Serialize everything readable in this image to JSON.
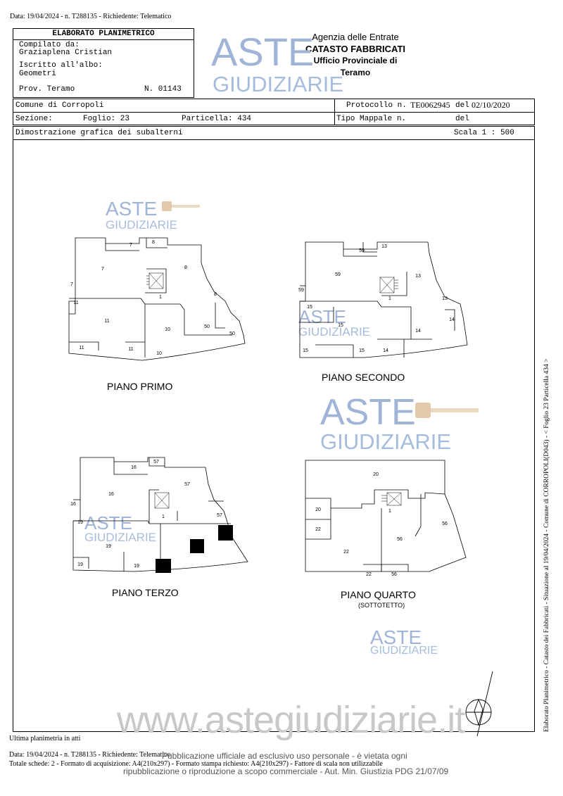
{
  "header_line": "Data: 19/04/2024 - n. T288135 - Richiedente: Telematico",
  "block": {
    "title": "ELABORATO PLANIMETRICO",
    "compilato_label": "Compilato da:",
    "compilato_name": "Graziaplena Cristian",
    "iscritto_label": "Iscritto all'albo:",
    "albo": "Geometri",
    "prov": "Prov. Teramo",
    "num": "N. 01143"
  },
  "agency": {
    "line1": "Agenzia delle Entrate",
    "line2": "CATASTO FABBRICATI",
    "line3": "Ufficio Provinciale di",
    "line4": "Teramo"
  },
  "comune": "Comune di Corropoli",
  "sezione": "Sezione:",
  "foglio": "Foglio: 23",
  "particella": "Particella: 434",
  "protocollo_label": "Protocollo n.",
  "protocollo_num": "TE0062945",
  "del_label": "del",
  "protocollo_date": "02/10/2020",
  "tipo_mappale": "Tipo Mappale n.",
  "del2": "del",
  "dimostrazione": "Dimostrazione grafica dei subalterni",
  "scala": "Scala 1 : 500",
  "watermark": {
    "word1": "ASTE",
    "word2": "GIUDIZIARIE"
  },
  "plans": {
    "primo": {
      "title": "PIANO PRIMO",
      "labels": [
        "7",
        "8",
        "7",
        "8",
        "7",
        "1",
        "8",
        "11",
        "11",
        "10",
        "50",
        "50",
        "11",
        "11",
        "10"
      ]
    },
    "secondo": {
      "title": "PIANO SECONDO",
      "labels": [
        "59",
        "13",
        "59",
        "13",
        "59",
        "1",
        "13",
        "15",
        "15",
        "14",
        "14",
        "15",
        "15",
        "14"
      ]
    },
    "terzo": {
      "title": "PIANO TERZO",
      "labels": [
        "16",
        "57",
        "16",
        "57",
        "16",
        "1",
        "57",
        "19",
        "19",
        "19",
        "19"
      ]
    },
    "quarto": {
      "title": "PIANO QUARTO",
      "subtitle": "(SOTTOTETTO)",
      "labels": [
        "20",
        "20",
        "1",
        "22",
        "56",
        "22",
        "56",
        "22",
        "56"
      ]
    }
  },
  "side_text": "Elaborato Planimetrico - Catasto dei Fabbricati - Situazione al 19/04/2024 - Comune di CORROPOLI(D043) - < Foglio 23 Particella 434 >",
  "footer": {
    "ultima": "Ultima planimetria in atti",
    "line1": "Data: 19/04/2024 - n. T288135 - Richiedente: Telematico",
    "line2": "Totale schede: 2 - Formato di acquisizione: A4(210x297) - Formato stampa richiesto: A4(210x297) - Fattore di scala non utilizzabile",
    "site_wm": "www.astegiudiziarie.it",
    "notice1": "Pubblicazione ufficiale ad esclusivo uso personale - è vietata ogni",
    "notice2": "ripubblicazione o riproduzione a scopo commerciale - Aut. Min. Giustizia PDG 21/07/09"
  },
  "colors": {
    "watermark_blue": "#9fb4d6",
    "ink": "#000000"
  },
  "icons": [
    "north-arrow-icon",
    "gavel-icon"
  ]
}
